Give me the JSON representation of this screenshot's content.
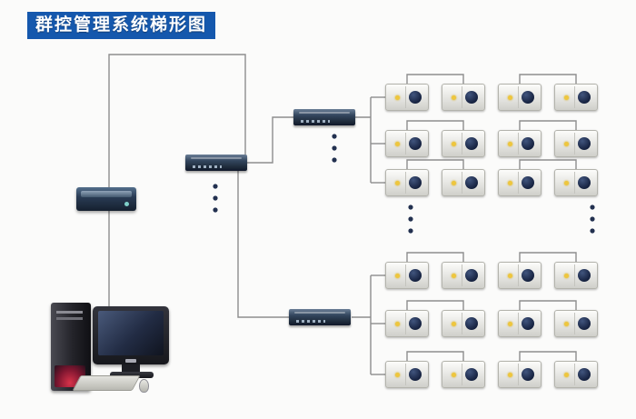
{
  "title": "群控管理系统梯形图",
  "colors": {
    "banner_bg": "#1558ad",
    "banner_text": "#ffffff",
    "line": "#8e8e8e",
    "ellipsis_dot": "#22304f",
    "device_knob": "#162240",
    "device_led": "#eec63e"
  },
  "nodes": {
    "computer": "management-computer",
    "router": "access-router",
    "switches": [
      "switch-top",
      "switch-mid",
      "switch-bottom"
    ]
  },
  "device_grid": {
    "groups": [
      {
        "rows": 3,
        "devices_per_row": 4
      },
      {
        "rows": 3,
        "devices_per_row": 4
      }
    ]
  },
  "ellipsis_dots_per_group": 3
}
